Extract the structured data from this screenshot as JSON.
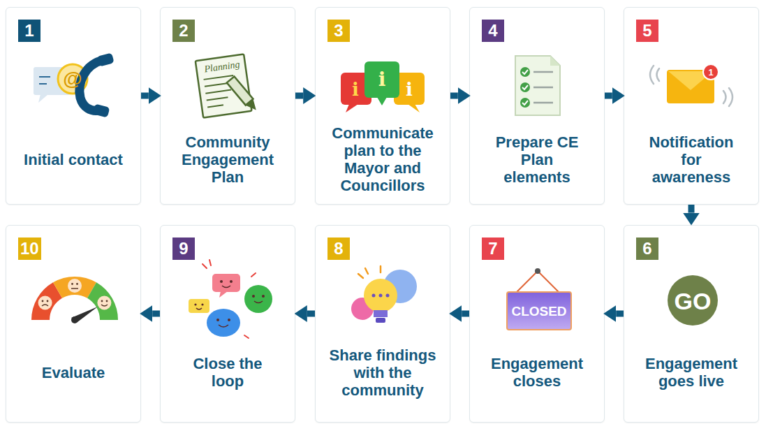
{
  "diagram": {
    "nodes": [
      {
        "text": [
          "1",
          "Initial contact"
        ]
      },
      {
        "text": [
          "2",
          "Community Engagement Plan"
        ]
      },
      {
        "text": [
          "3",
          "Communicate plan to the Mayor and Councillors"
        ]
      },
      {
        "text": [
          "4",
          "Prepare CE Plan elements"
        ]
      },
      {
        "text": [
          "5",
          "Notification for awareness"
        ]
      },
      {
        "text": [
          "6",
          "Engagement goes live"
        ]
      },
      {
        "text": [
          "7",
          "Engagement closes"
        ]
      },
      {
        "text": [
          "8",
          "Share findings with the community"
        ]
      },
      {
        "text": [
          "9",
          "Close the loop"
        ]
      },
      {
        "text": [
          "10",
          "Evaluate"
        ]
      }
    ],
    "edges": [
      {
        "from": 0,
        "to": 1,
        "arrow": "to"
      },
      {
        "from": 1,
        "to": 2,
        "arrow": "to"
      },
      {
        "from": 2,
        "to": 3,
        "arrow": "to"
      },
      {
        "from": 3,
        "to": 4,
        "arrow": "to"
      },
      {
        "from": 4,
        "to": 5,
        "arrow": "to"
      },
      {
        "from": 5,
        "to": 6,
        "arrow": "to"
      },
      {
        "from": 6,
        "to": 7,
        "arrow": "to"
      },
      {
        "from": 7,
        "to": 8,
        "arrow": "to"
      },
      {
        "from": 8,
        "to": 9,
        "arrow": "to"
      }
    ],
    "labels": [
      "@",
      "Planning",
      "i",
      "i",
      "i",
      "1",
      "GO",
      "CLOSED"
    ]
  }
}
